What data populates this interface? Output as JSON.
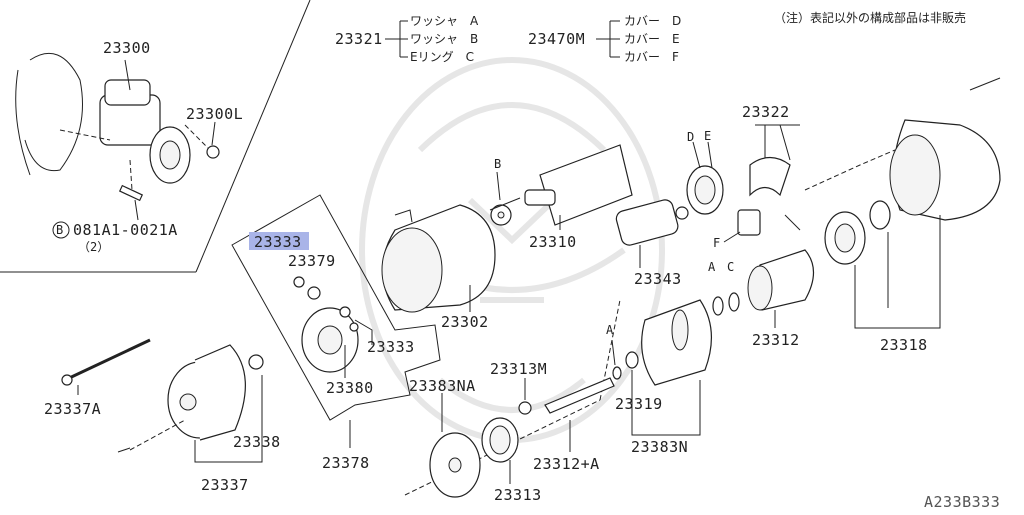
{
  "note": "（注）表記以外の構成部品は非販売",
  "diagram_code": "A233B333",
  "groups": {
    "g23321": {
      "number": "23321",
      "items": [
        "ワッシャ　A",
        "ワッシャ　B",
        "Eリング　C"
      ]
    },
    "g23470M": {
      "number": "23470M",
      "items": [
        "カバー　D",
        "カバー　E",
        "カバー　F"
      ]
    }
  },
  "parts": {
    "p23300": "23300",
    "p23300L": "23300L",
    "bolt_code": "081A1-0021A",
    "bolt_qty": "（2）",
    "bolt_prefix": "B",
    "p23333_highlight": "23333",
    "p23379": "23379",
    "p23333": "23333",
    "p23380": "23380",
    "p23378": "23378",
    "p23302": "23302",
    "p23310": "23310",
    "p23343": "23343",
    "p23322": "23322",
    "p23312": "23312",
    "p23318": "23318",
    "p23337A": "23337A",
    "p23338": "23338",
    "p23337": "23337",
    "p23383NA": "23383NA",
    "p23313M": "23313M",
    "p23313": "23313",
    "p23312A": "23312+A",
    "p23319": "23319",
    "p23383N": "23383N"
  },
  "callout_letters": {
    "B": "B",
    "D": "D",
    "E": "E",
    "F": "F",
    "A1": "A",
    "C": "C",
    "A2": "A"
  },
  "colors": {
    "highlight": "#a9b4e8",
    "line": "#222222",
    "watermark": "#e6e6e6"
  }
}
